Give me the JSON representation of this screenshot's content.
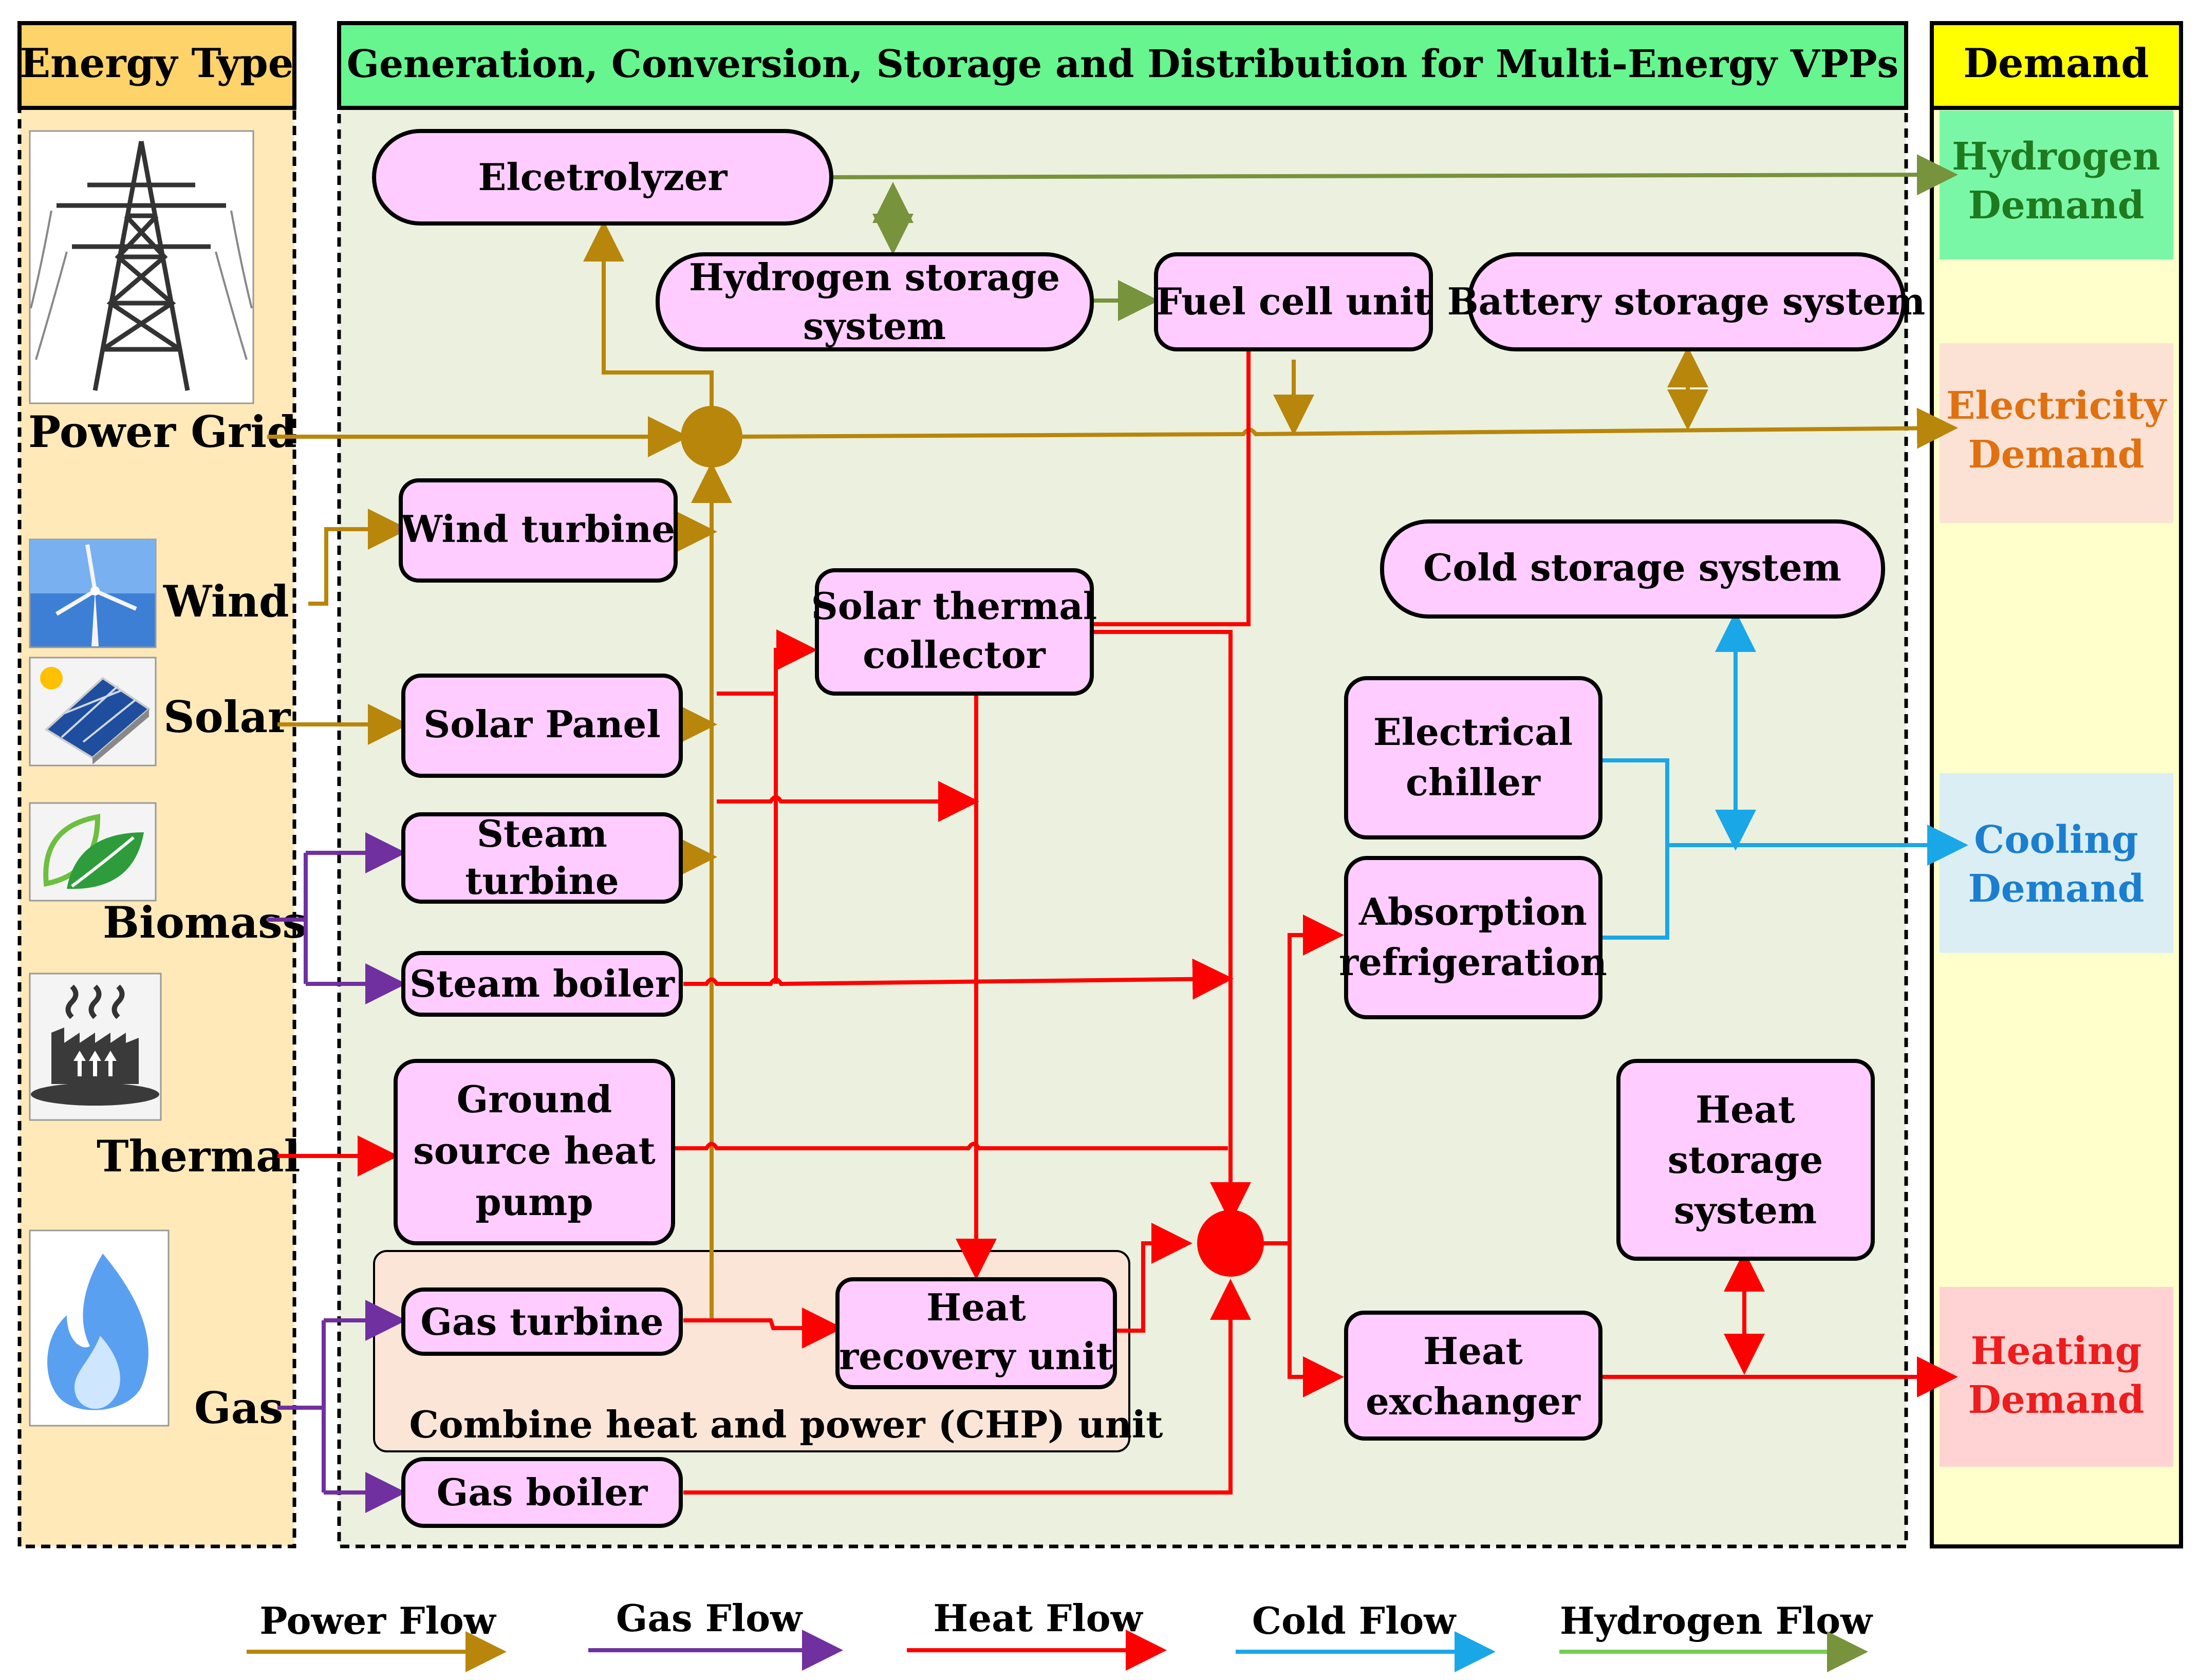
{
  "headers": {
    "energy_type": "Energy Type",
    "main": "Generation, Conversion, Storage and Distribution for Multi-Energy VPPs",
    "demand": "Demand"
  },
  "sources": {
    "power_grid": "Power Grid",
    "wind": "Wind",
    "solar": "Solar",
    "biomass": "Biomass",
    "thermal": "Thermal",
    "gas": "Gas"
  },
  "units": {
    "electrolyzer": "Elcetrolyzer",
    "hydrogen_storage_1": "Hydrogen storage",
    "hydrogen_storage_2": "system",
    "fuel_cell": "Fuel cell unit",
    "battery_storage": "Battery storage system",
    "wind_turbine": "Wind turbine",
    "solar_thermal_1": "Solar thermal",
    "solar_thermal_2": "collector",
    "solar_panel": "Solar Panel",
    "steam_turbine_1": "Steam",
    "steam_turbine_2": "turbine",
    "steam_boiler": "Steam boiler",
    "ground_source_1": "Ground",
    "ground_source_2": "source heat",
    "ground_source_3": "pump",
    "gas_turbine": "Gas turbine",
    "heat_recovery_1": "Heat",
    "heat_recovery_2": "recovery unit",
    "chp_label": "Combine heat and power (CHP) unit",
    "gas_boiler": "Gas boiler",
    "cold_storage": "Cold storage system",
    "electrical_chiller_1": "Electrical",
    "electrical_chiller_2": "chiller",
    "absorption_1": "Absorption",
    "absorption_2": "refrigeration",
    "heat_storage_1": "Heat",
    "heat_storage_2": "storage",
    "heat_storage_3": "system",
    "heat_exchanger_1": "Heat",
    "heat_exchanger_2": "exchanger"
  },
  "demands": {
    "hydrogen_1": "Hydrogen",
    "hydrogen_2": "Demand",
    "electricity_1": "Electricity",
    "electricity_2": "Demand",
    "cooling_1": "Cooling",
    "cooling_2": "Demand",
    "heating_1": "Heating",
    "heating_2": "Demand"
  },
  "legend": {
    "power": "Power Flow",
    "gas": "Gas Flow",
    "heat": "Heat Flow",
    "cold": "Cold Flow",
    "hydrogen": "Hydrogen Flow"
  },
  "colors": {
    "power": "#B8860B",
    "gas": "#7030A0",
    "heat": "#FF0000",
    "cold": "#1AA7E8",
    "hydrogen": "#77933C",
    "unit_fill": "#FFCCFF",
    "main_bg": "#EBF1DE",
    "left_bg": "#FFE9B8",
    "header_main": "#66F58F",
    "header_left": "#FDD36A",
    "header_demand": "#FFFF00"
  },
  "icons": [
    "transmission-tower-icon",
    "wind-turbine-icon",
    "solar-panel-icon",
    "biomass-leaf-icon",
    "thermal-plant-icon",
    "gas-flame-icon"
  ]
}
